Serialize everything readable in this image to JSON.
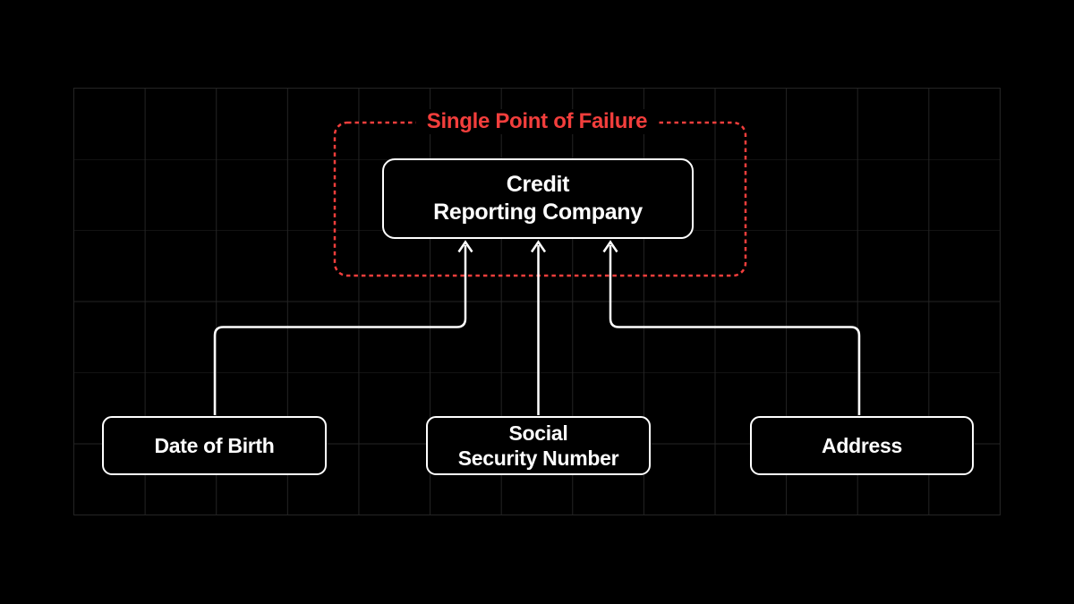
{
  "diagram": {
    "title": "Single Point of Failure",
    "center_node": {
      "line1": "Credit",
      "line2": "Reporting Company"
    },
    "source_nodes": [
      {
        "id": "date-of-birth",
        "line1": "Date of Birth",
        "line2": ""
      },
      {
        "id": "social-security-number",
        "line1": "Social",
        "line2": "Security Number"
      },
      {
        "id": "address",
        "line1": "Address",
        "line2": ""
      }
    ],
    "colors": {
      "background": "#000000",
      "grid_line": "#242424",
      "accent_red": "#f23e3c",
      "node_border": "#ffffff",
      "text": "#ffffff"
    }
  }
}
